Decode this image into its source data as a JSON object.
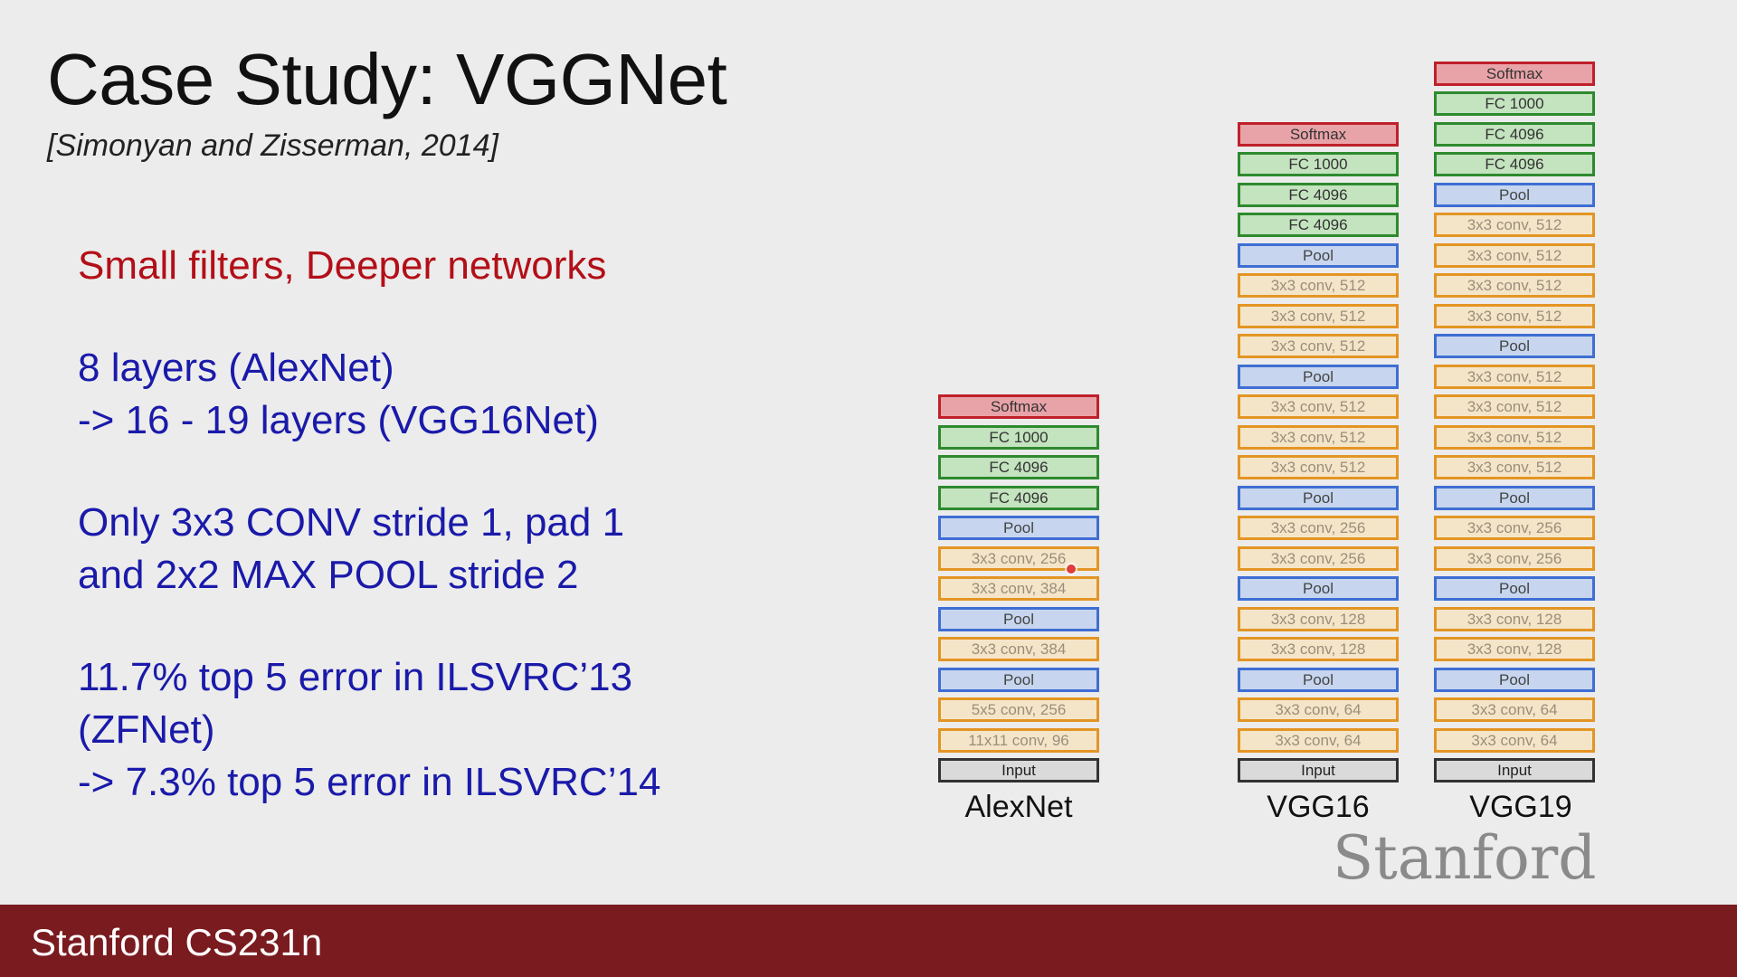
{
  "slide": {
    "title": "Case Study: VGGNet",
    "subtitle": "[Simonyan and Zisserman, 2014]",
    "highlight": "Small filters, Deeper networks",
    "paragraphs": [
      [
        "8 layers (AlexNet)",
        "-> 16 - 19 layers (VGG16Net)"
      ],
      [
        "Only 3x3 CONV stride 1, pad 1",
        "and  2x2 MAX POOL stride 2"
      ],
      [
        "11.7% top 5 error in ILSVRC’13",
        "(ZFNet)",
        "-> 7.3% top 5 error in ILSVRC’14"
      ]
    ],
    "logo": "Stanford",
    "footer": "Stanford CS231n"
  },
  "colors": {
    "softmax": "#c0202a",
    "fc": "#2e8a2e",
    "pool": "#3f6ed4",
    "conv": "#e39524",
    "input": "#333333",
    "footer": "#7a1b1f",
    "highlight_text": "#b30f18",
    "body_text": "#1a1aaa"
  },
  "networks": [
    {
      "name": "AlexNet",
      "layers_bottom_to_top": [
        {
          "type": "input",
          "label": "Input"
        },
        {
          "type": "conv",
          "label": "11x11 conv, 96"
        },
        {
          "type": "conv",
          "label": "5x5 conv, 256"
        },
        {
          "type": "pool",
          "label": "Pool"
        },
        {
          "type": "conv",
          "label": "3x3 conv, 384"
        },
        {
          "type": "pool",
          "label": "Pool"
        },
        {
          "type": "conv",
          "label": "3x3 conv, 384"
        },
        {
          "type": "conv",
          "label": "3x3 conv, 256"
        },
        {
          "type": "pool",
          "label": "Pool"
        },
        {
          "type": "fc",
          "label": "FC 4096"
        },
        {
          "type": "fc",
          "label": "FC 4096"
        },
        {
          "type": "fc",
          "label": "FC 1000"
        },
        {
          "type": "softmax",
          "label": "Softmax"
        }
      ]
    },
    {
      "name": "VGG16",
      "layers_bottom_to_top": [
        {
          "type": "input",
          "label": "Input"
        },
        {
          "type": "conv",
          "label": "3x3 conv, 64"
        },
        {
          "type": "conv",
          "label": "3x3 conv, 64"
        },
        {
          "type": "pool",
          "label": "Pool"
        },
        {
          "type": "conv",
          "label": "3x3 conv, 128"
        },
        {
          "type": "conv",
          "label": "3x3 conv, 128"
        },
        {
          "type": "pool",
          "label": "Pool"
        },
        {
          "type": "conv",
          "label": "3x3 conv, 256"
        },
        {
          "type": "conv",
          "label": "3x3 conv, 256"
        },
        {
          "type": "pool",
          "label": "Pool"
        },
        {
          "type": "conv",
          "label": "3x3 conv, 512"
        },
        {
          "type": "conv",
          "label": "3x3 conv, 512"
        },
        {
          "type": "conv",
          "label": "3x3 conv, 512"
        },
        {
          "type": "pool",
          "label": "Pool"
        },
        {
          "type": "conv",
          "label": "3x3 conv, 512"
        },
        {
          "type": "conv",
          "label": "3x3 conv, 512"
        },
        {
          "type": "conv",
          "label": "3x3 conv, 512"
        },
        {
          "type": "pool",
          "label": "Pool"
        },
        {
          "type": "fc",
          "label": "FC 4096"
        },
        {
          "type": "fc",
          "label": "FC 4096"
        },
        {
          "type": "fc",
          "label": "FC 1000"
        },
        {
          "type": "softmax",
          "label": "Softmax"
        }
      ]
    },
    {
      "name": "VGG19",
      "layers_bottom_to_top": [
        {
          "type": "input",
          "label": "Input"
        },
        {
          "type": "conv",
          "label": "3x3 conv, 64"
        },
        {
          "type": "conv",
          "label": "3x3 conv, 64"
        },
        {
          "type": "pool",
          "label": "Pool"
        },
        {
          "type": "conv",
          "label": "3x3 conv, 128"
        },
        {
          "type": "conv",
          "label": "3x3 conv, 128"
        },
        {
          "type": "pool",
          "label": "Pool"
        },
        {
          "type": "conv",
          "label": "3x3 conv, 256"
        },
        {
          "type": "conv",
          "label": "3x3 conv, 256"
        },
        {
          "type": "pool",
          "label": "Pool"
        },
        {
          "type": "conv",
          "label": "3x3 conv, 512"
        },
        {
          "type": "conv",
          "label": "3x3 conv, 512"
        },
        {
          "type": "conv",
          "label": "3x3 conv, 512"
        },
        {
          "type": "conv",
          "label": "3x3 conv, 512"
        },
        {
          "type": "pool",
          "label": "Pool"
        },
        {
          "type": "conv",
          "label": "3x3 conv, 512"
        },
        {
          "type": "conv",
          "label": "3x3 conv, 512"
        },
        {
          "type": "conv",
          "label": "3x3 conv, 512"
        },
        {
          "type": "conv",
          "label": "3x3 conv, 512"
        },
        {
          "type": "pool",
          "label": "Pool"
        },
        {
          "type": "fc",
          "label": "FC 4096"
        },
        {
          "type": "fc",
          "label": "FC 4096"
        },
        {
          "type": "fc",
          "label": "FC 1000"
        },
        {
          "type": "softmax",
          "label": "Softmax"
        }
      ]
    }
  ]
}
